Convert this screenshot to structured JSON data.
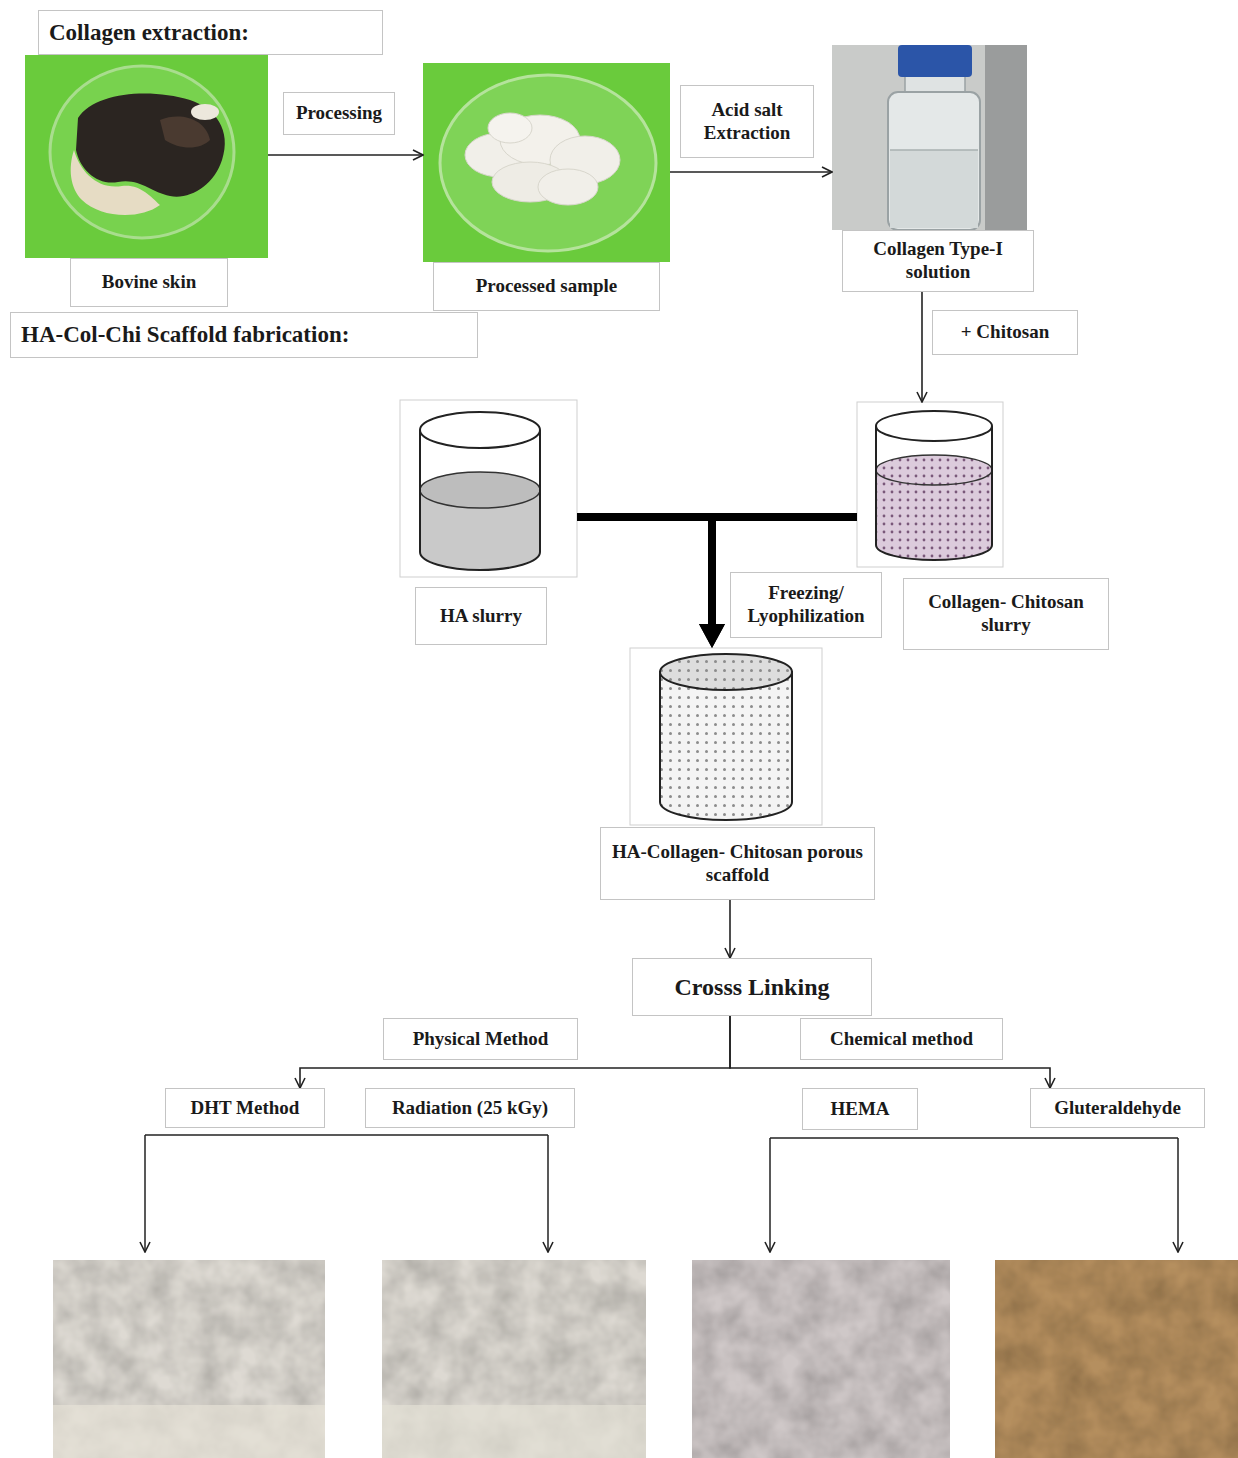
{
  "diagram": {
    "nodes": [
      {
        "text": [
          "Collagen extraction:"
        ]
      },
      {
        "text": [
          "Bovine skin"
        ]
      },
      {
        "text": [
          "Processing"
        ]
      },
      {
        "text": [
          "Processed sample"
        ]
      },
      {
        "text": [
          "Acid salt Extraction"
        ]
      },
      {
        "text": [
          "Collagen Type-I solution"
        ]
      },
      {
        "text": [
          "HA-Col-Chi Scaffold fabrication:"
        ]
      },
      {
        "text": [
          "+ Chitosan"
        ]
      },
      {
        "text": [
          "HA slurry"
        ]
      },
      {
        "text": [
          "Collagen- Chitosan slurry"
        ]
      },
      {
        "text": [
          "Freezing/ Lyophilization"
        ]
      },
      {
        "text": [
          "HA-Collagen- Chitosan porous scaffold"
        ]
      },
      {
        "text": [
          "Crosss Linking"
        ]
      },
      {
        "text": [
          "Physical Method"
        ]
      },
      {
        "text": [
          "Chemical method"
        ]
      },
      {
        "text": [
          "DHT Method"
        ]
      },
      {
        "text": [
          "Radiation (25 kGy)"
        ]
      },
      {
        "text": [
          "HEMA"
        ]
      },
      {
        "text": [
          "Gluteraldehyde"
        ]
      }
    ],
    "edges": [
      {
        "from": 1,
        "to": 3,
        "arrow": "to"
      },
      {
        "from": 3,
        "to": 5,
        "arrow": "to"
      },
      {
        "from": 5,
        "to": 9,
        "arrow": "to"
      },
      {
        "from": 8,
        "to": 11,
        "arrow": "to"
      },
      {
        "from": 9,
        "to": 11,
        "arrow": "to"
      },
      {
        "from": 11,
        "to": 12,
        "arrow": "to"
      },
      {
        "from": 12,
        "to": 15,
        "arrow": "to"
      },
      {
        "from": 12,
        "to": 18,
        "arrow": "to"
      }
    ]
  }
}
